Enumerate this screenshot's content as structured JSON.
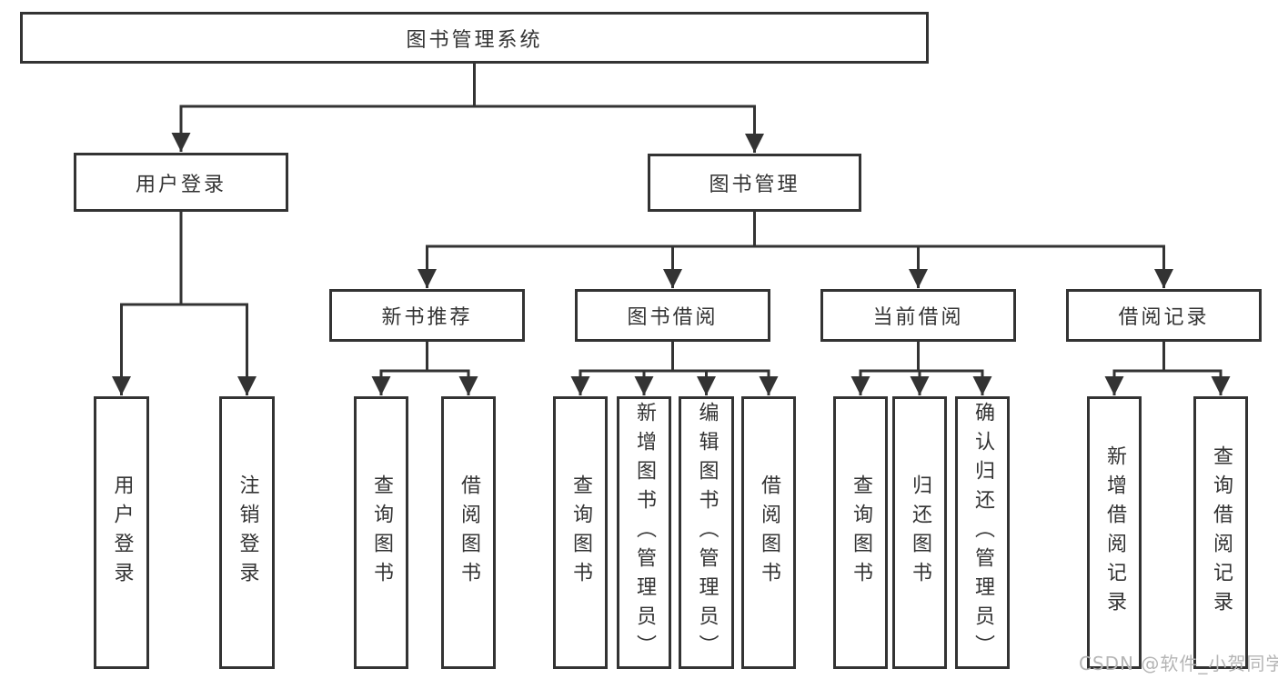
{
  "nodes": {
    "root": "图书管理系统",
    "level2": [
      {
        "label": "用户登录"
      },
      {
        "label": "图书管理"
      }
    ],
    "level3": [
      {
        "label": "新书推荐"
      },
      {
        "label": "图书借阅"
      },
      {
        "label": "当前借阅"
      },
      {
        "label": "借阅记录"
      }
    ],
    "leaves": {
      "user_login": [
        "用户登录",
        "注销登录"
      ],
      "new_book": [
        "查询图书",
        "借阅图书"
      ],
      "book_borrow": [
        "查询图书",
        "新增图书（管理员）",
        "编辑图书（管理员）",
        "借阅图书"
      ],
      "current_borrow": [
        "查询图书",
        "归还图书",
        "确认归还（管理员）"
      ],
      "borrow_records": [
        "新增借阅记录",
        "查询借阅记录"
      ]
    }
  },
  "watermark": {
    "text": "CSDN @软件_小贺同学",
    "color": "#b5b5b5"
  },
  "colors": {
    "line": "#333333",
    "box_border": "#333333",
    "box_fill": "#ffffff",
    "text": "#333333"
  }
}
